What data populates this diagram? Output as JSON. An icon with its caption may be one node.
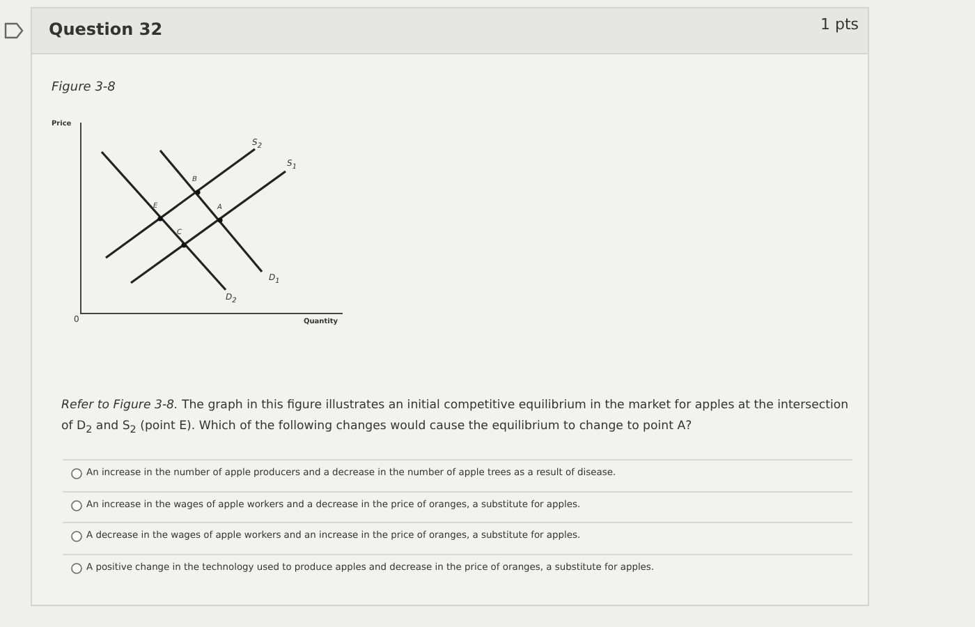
{
  "diagram": {
    "title": "Question 32",
    "labels": [
      "1 pts",
      "Figure 3-8",
      "Price",
      "S$_{2}$",
      "S$_{1}$",
      "B",
      "E",
      "A",
      "C",
      "D$_{1}$",
      "D$_{2}$",
      "0",
      "Quantity",
      "*Refer to Figure 3-8.* The graph in this figure illustrates an initial competitive equilibrium in the market for apples at the intersection of D$_{2}$ and S$_{2}$ (point E). Which of the following changes would cause the equilibrium to change to point A?",
      "An increase in the number of apple producers and a decrease in the number of apple trees as a result of disease.",
      "An increase in the wages of apple workers and a decrease in the price of oranges, a substitute for apples.",
      "A decrease in the wages of apple workers and an increase in the price of oranges, a substitute for apples.",
      "A positive change in the technology used to produce apples and decrease in the price of oranges, a substitute for apples."
    ]
  }
}
